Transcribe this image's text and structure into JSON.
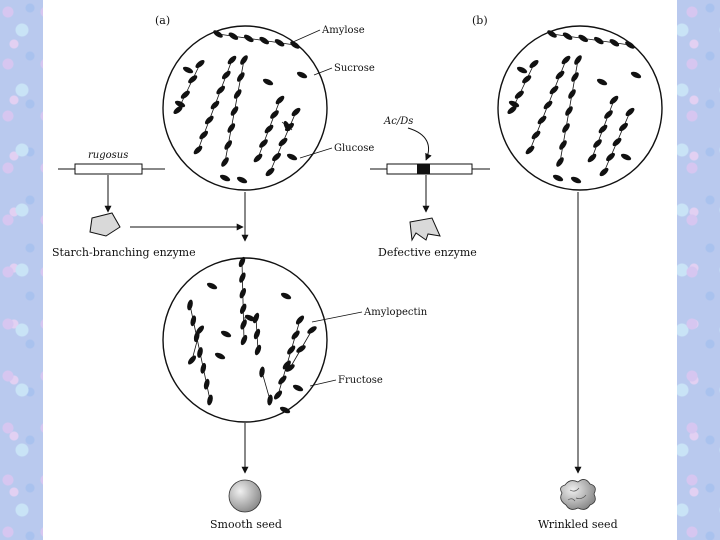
{
  "panels": {
    "a": "(a)",
    "b": "(b)"
  },
  "labels": {
    "amylose": "Amylose",
    "sucrose": "Sucrose",
    "glucose": "Glucose",
    "rugosus": "rugosus",
    "ac_ds": "Ac/Ds",
    "starch_branching_enzyme": "Starch-branching enzyme",
    "defective_enzyme": "Defective enzyme",
    "amylopectin": "Amylopectin",
    "fructose": "Fructose",
    "smooth_seed": "Smooth seed",
    "wrinkled_seed": "Wrinkled seed"
  },
  "colors": {
    "molecule": "#111111",
    "seed_fill": "#bdbdbd",
    "border": "#b9c9ee"
  }
}
